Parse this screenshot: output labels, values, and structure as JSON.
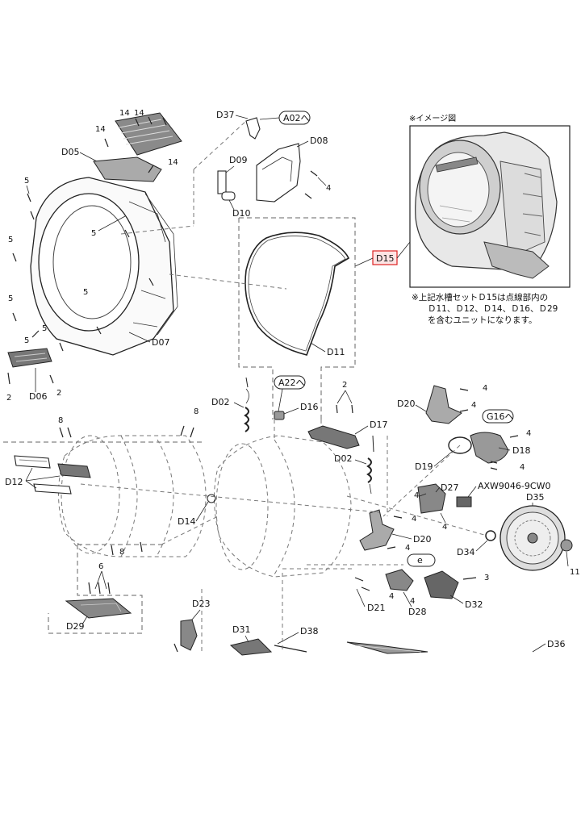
{
  "callout": {
    "main_part": "D15"
  },
  "image_note": {
    "title": "※イメージ図",
    "line1": "※上記水槽セットＤ15は点線部内の",
    "line2": "Ｄ11、Ｄ12、Ｄ14、Ｄ16、Ｄ29",
    "line3": "を含むユニットになります。"
  },
  "refs": {
    "a02": "A02へ",
    "a22": "A22へ",
    "g16": "G16へ",
    "e": "e"
  },
  "part_number": "AXW9046-9CW0",
  "labels": {
    "D37": "D37",
    "D08": "D08",
    "D09": "D09",
    "D10": "D10",
    "D05": "D05",
    "D07": "D07",
    "D06": "D06",
    "D11": "D11",
    "D02a": "D02",
    "D02b": "D02",
    "D16": "D16",
    "D17": "D17",
    "D20a": "D20",
    "D20b": "D20",
    "D18": "D18",
    "D19": "D19",
    "D27": "D27",
    "D35": "D35",
    "D34": "D34",
    "D12": "D12",
    "D14": "D14",
    "D21": "D21",
    "D28": "D28",
    "D32": "D32",
    "D29": "D29",
    "D23": "D23",
    "D31": "D31",
    "D38": "D38",
    "D36": "D36"
  },
  "screws": {
    "n14a": "14",
    "n14b": "14",
    "n14c": "14",
    "n5a": "5",
    "n5b": "5",
    "n5c": "5",
    "n5d": "5",
    "n5e": "5",
    "n5f": "5",
    "n5g": "5",
    "n4a": "4",
    "n2a": "2",
    "n2b": "2",
    "n2c": "2",
    "n8a": "8",
    "n8b": "8",
    "n8c": "8",
    "n4b": "4",
    "n4c": "4",
    "n4d": "4",
    "n4e": "4",
    "n4f": "4",
    "n4g": "4",
    "n4h": "4",
    "n4i": "4",
    "n4j": "4",
    "n11": "11",
    "n3": "3",
    "n6": "6"
  }
}
